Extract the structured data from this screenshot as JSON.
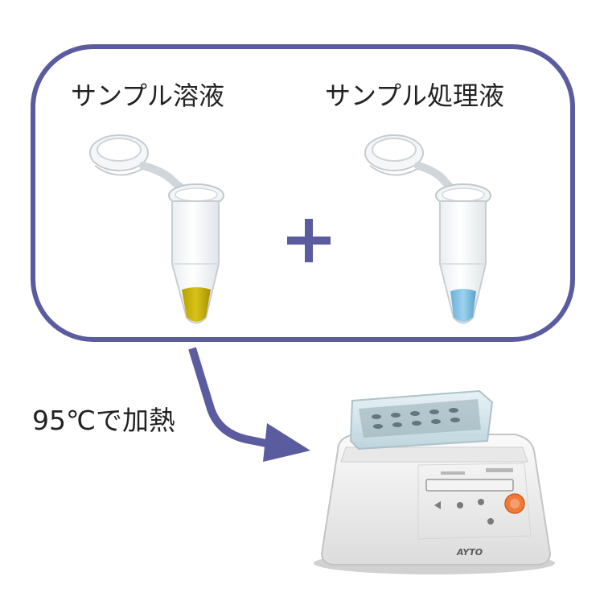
{
  "labels": {
    "sample_solution": "サンプル溶液",
    "sample_treatment": "サンプル処理液",
    "heat_step": "95℃で加熱"
  },
  "symbols": {
    "plus": "+"
  },
  "device": {
    "brand": "AYTO"
  },
  "colors": {
    "frame": "#5b5ba0",
    "sample_liquid": "#c8b400",
    "treatment_liquid": "#7ec0e4",
    "device_body": "#eeeeee",
    "start_button": "#f07a3a"
  },
  "icons": [
    "tube-icon",
    "heat-block-icon",
    "arrow-icon",
    "plus-icon"
  ]
}
